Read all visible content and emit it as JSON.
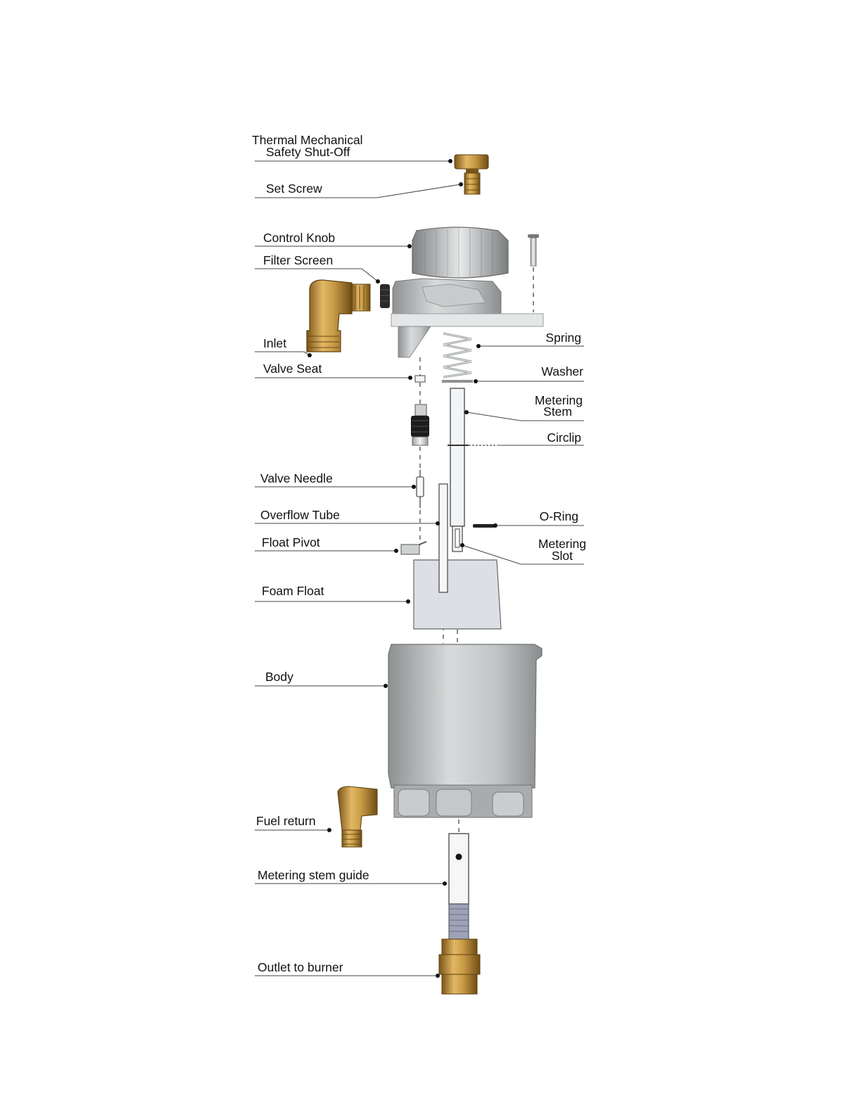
{
  "labels": {
    "thermal_shutoff_1": "Thermal Mechanical",
    "thermal_shutoff_2": "Safety Shut-Off",
    "set_screw": "Set Screw",
    "control_knob": "Control Knob",
    "filter_screen": "Filter Screen",
    "inlet": "Inlet",
    "valve_seat": "Valve Seat",
    "valve_needle": "Valve Needle",
    "overflow_tube": "Overflow Tube",
    "float_pivot": "Float Pivot",
    "foam_float": "Foam Float",
    "body": "Body",
    "fuel_return": "Fuel return",
    "metering_stem_guide": "Metering stem guide",
    "outlet_to_burner": "Outlet to burner",
    "spring": "Spring",
    "washer": "Washer",
    "metering_stem_1": "Metering",
    "metering_stem_2": "Stem",
    "circlip": "Circlip",
    "o_ring": "O-Ring",
    "metering_slot_1": "Metering",
    "metering_slot_2": "Slot"
  },
  "colors": {
    "brass": "#b8893a",
    "aluminum": "#b9bcbd",
    "float": "#dddfe6",
    "leader": "#444444"
  }
}
